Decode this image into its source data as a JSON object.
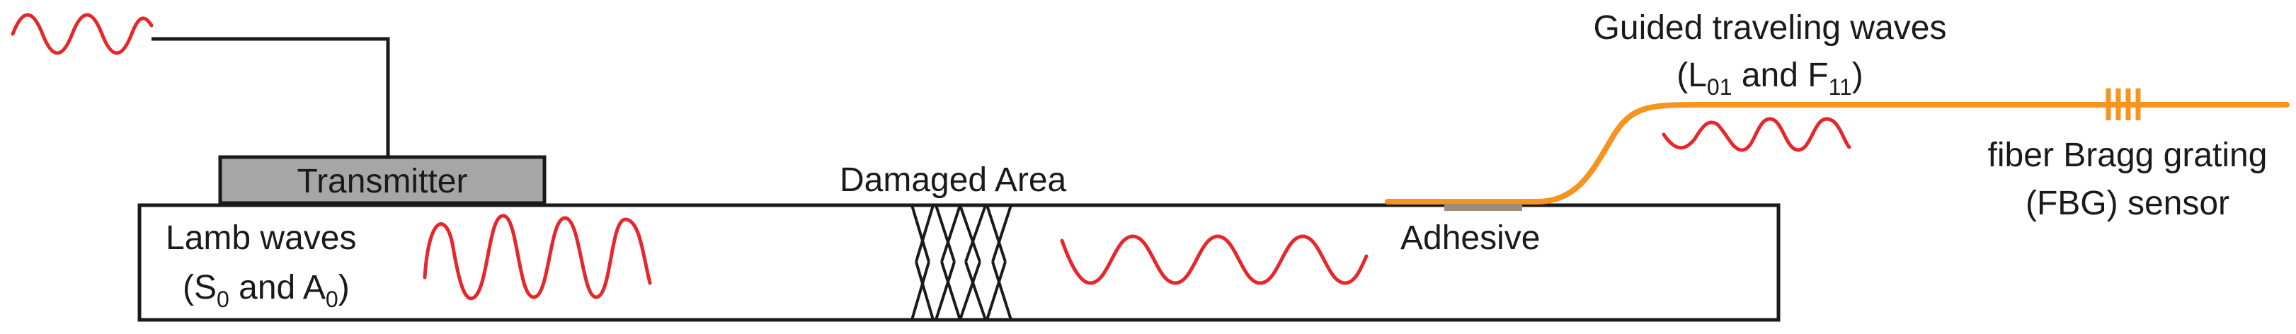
{
  "colors": {
    "wave": "#e8262a",
    "fiber": "#f7941d",
    "transmitter_fill": "#a6a6a6",
    "adhesive": "#9e8b78",
    "line": "#1a1a1a"
  },
  "labels": {
    "transmitter": "Transmitter",
    "damaged_area": "Damaged Area",
    "adhesive": "Adhesive",
    "lamb_line1": "Lamb waves",
    "lamb_line2": {
      "open": "(S",
      "sub1": "0",
      "mid": " and A",
      "sub2": "0",
      "close": ")"
    },
    "guided_line1": "Guided traveling waves",
    "guided_line2": {
      "open": "(L",
      "sub1": "01",
      "mid": " and F",
      "sub2": "11",
      "close": ")"
    },
    "fbg_line1": "fiber Bragg grating",
    "fbg_line2": "(FBG) sensor"
  }
}
